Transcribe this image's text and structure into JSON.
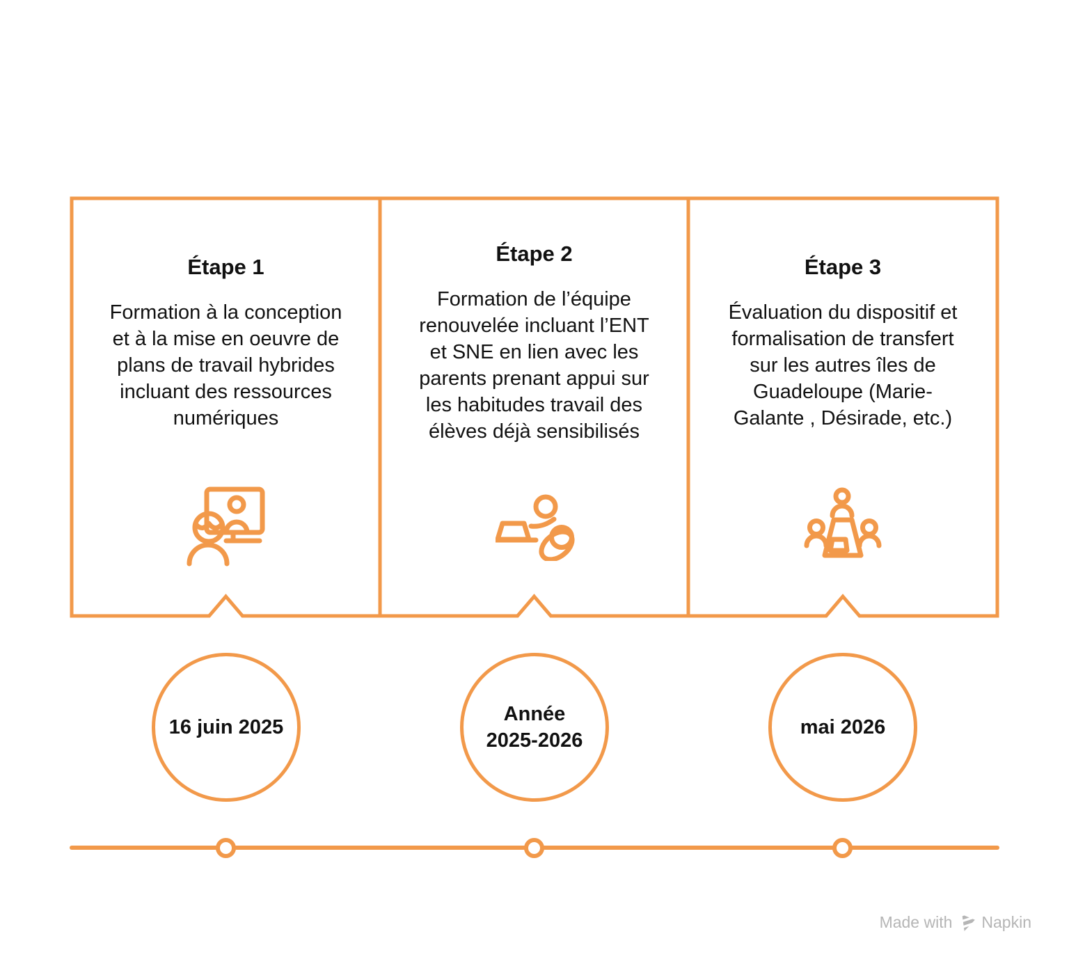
{
  "colors": {
    "accent": "#F2994A",
    "text": "#111111",
    "footer_gray": "#B5B5B5"
  },
  "steps": [
    {
      "title": "Étape 1",
      "description": "Formation à la conception\net à la mise en oeuvre de\nplans de travail hybrides\nincluant des ressources\nnumériques",
      "icon": "person-video-monitor-icon",
      "date": "16 juin 2025"
    },
    {
      "title": "Étape 2",
      "description": "Formation de l’équipe\nrenouvelée incluant l’ENT\net SNE en lien avec les\nparents prenant appui sur\nles habitudes travail des\nélèves déjà sensibilisés",
      "icon": "laptop-parent-baby-icon",
      "date": "Année\n2025-2026"
    },
    {
      "title": "Étape 3",
      "description": "Évaluation du dispositif et\nformalisation de transfert\nsur les autres îles de\nGuadeloupe (Marie-\nGalante , Désirade, etc.)",
      "icon": "meeting-table-icon",
      "date": "mai 2026"
    }
  ],
  "footer": {
    "made_with": "Made with",
    "brand": "Napkin"
  }
}
